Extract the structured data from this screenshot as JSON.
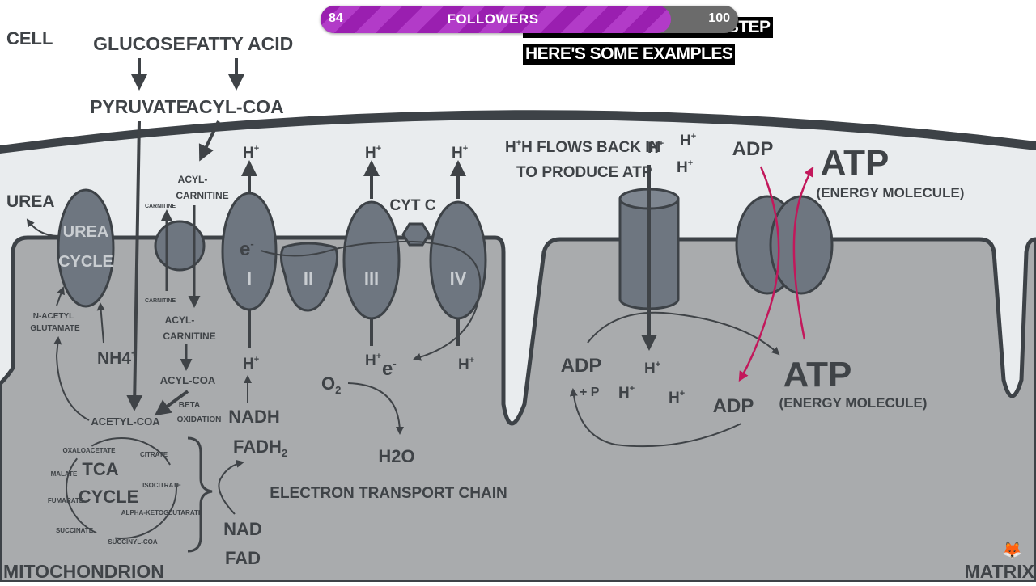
{
  "overlay": {
    "follower_count": "84",
    "follower_label": "FOLLOWERS",
    "follower_goal": "100",
    "follower_progress": 0.84,
    "subtitle_line1": "RONG AT EVERY SINGLE STEP",
    "subtitle_line2": "HERE'S SOME EXAMPLES",
    "watermark": "MATRIX"
  },
  "diagram": {
    "cell_label": "CELL",
    "mito_label": "MITOCHONDRION",
    "inputs": {
      "glucose": "GLUCOSE",
      "fatty_acid": "FATTY ACID",
      "pyruvate": "PYRUVATE",
      "acyl_coa": "ACYL-COA"
    },
    "urea": {
      "urea": "UREA",
      "cycle_l1": "UREA",
      "cycle_l2": "CYCLE",
      "n_acetyl_l1": "N-ACETYL",
      "n_acetyl_l2": "GLUTAMATE",
      "nh4": "NH4",
      "nh4_sup": "+"
    },
    "carnitine": {
      "outer_l1": "ACYL-",
      "outer_l2": "CARNITINE",
      "carnitine_top": "CARNITINE",
      "carnitine_bottom": "CARNITINE",
      "inner_l1": "ACYL-",
      "inner_l2": "CARNITINE",
      "acyl_coa": "ACYL-COA",
      "beta_l1": "BETA",
      "beta_l2": "OXIDATION",
      "acetyl_coa": "ACETYL-COA"
    },
    "tca": {
      "title_l1": "TCA",
      "title_l2": "CYCLE",
      "oxaloacetate": "OXALOACETATE",
      "citrate": "CITRATE",
      "isocitrate": "ISOCITRATE",
      "alpha": "ALPHA-KETOGLUTARATE",
      "succinyl": "SUCCINYL-COA",
      "succinate": "SUCCINATE",
      "fumarate": "FUMARATE",
      "malate": "MALATE"
    },
    "etc": {
      "complex_1": "I",
      "complex_2": "II",
      "complex_3": "III",
      "complex_4": "IV",
      "cyt_c": "CYT C",
      "electron": "e",
      "electron_sup": "-",
      "proton": "H",
      "proton_sup": "+",
      "nadh": "NADH",
      "fadh2": "FADH",
      "fadh2_sub": "2",
      "nad": "NAD",
      "fad": "FAD",
      "o2": "O",
      "o2_sub": "2",
      "h2o": "H2O",
      "title": "ELECTRON TRANSPORT CHAIN"
    },
    "atp": {
      "flow_l1": "H FLOWS BACK IN",
      "flow_l2": "TO PRODUCE ATP",
      "adp": "ADP",
      "plus_p": "+ P",
      "atp": "ATP",
      "energy": "(ENERGY MOLECULE)"
    }
  },
  "colors": {
    "membrane_dark": "#3d4247",
    "intermembrane": "#e9ecee",
    "matrix": "#a9abad",
    "protein": "#6e7680",
    "accent": "#c2185b",
    "bar_fill": "#9a1fb0"
  }
}
